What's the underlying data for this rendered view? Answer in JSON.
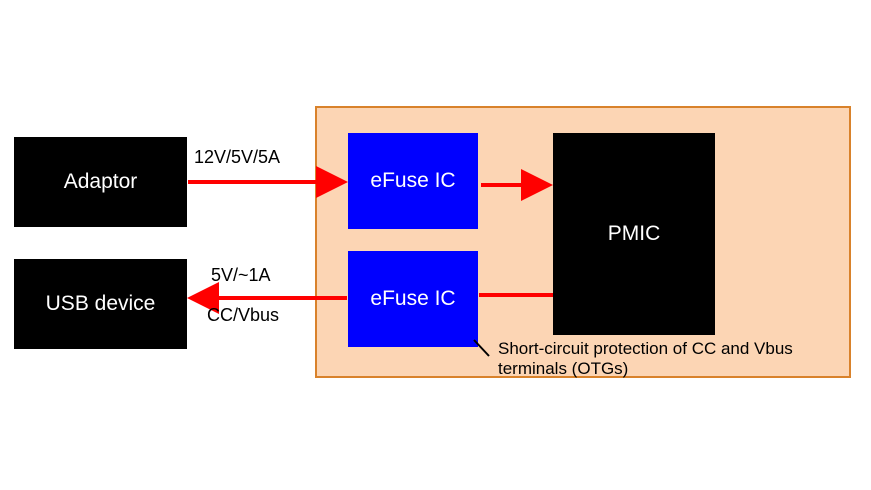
{
  "colors": {
    "board_fill": "#fcd5b4",
    "board_border": "#d9822b",
    "block_dark": "#000000",
    "efuse_fill": "#0000ff",
    "arrow": "#ff0000",
    "text_light": "#ffffff",
    "text_dark": "#000000"
  },
  "blocks": {
    "adaptor": "Adaptor",
    "usb_device": "USB device",
    "efuse_top": "eFuse IC",
    "efuse_bottom": "eFuse IC",
    "pmic": "PMIC"
  },
  "labels": {
    "input_rating": "12V/5V/5A",
    "output_rating": "5V/~1A",
    "output_lines": "CC/Vbus"
  },
  "annotation": {
    "line1": "Short-circuit protection of CC and Vbus",
    "line2": "terminals (OTGs)"
  }
}
